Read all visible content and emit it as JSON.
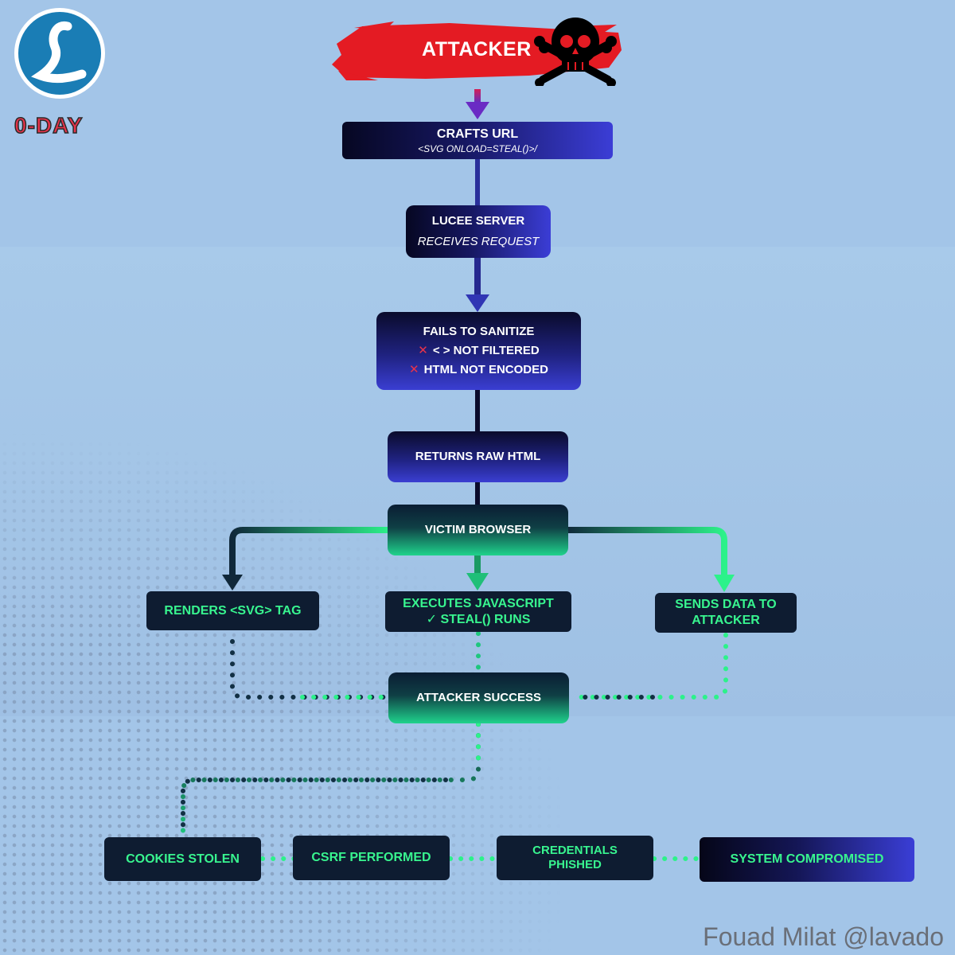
{
  "brand": {
    "logo_label": "0-DAY"
  },
  "credit": "Fouad Milat @lavado",
  "colors": {
    "attacker_red": "#e41b23",
    "flow_green": "#38f58f",
    "navy": "#0e1c31",
    "accent_blue": "#3a3ed6",
    "background": "#a3c5e8"
  },
  "icons": [
    "skull-crossbones-icon",
    "x-mark-icon",
    "check-icon",
    "lucee-logo-icon"
  ],
  "nodes": {
    "attacker": "ATTACKER",
    "crafts_url": {
      "title": "CRAFTS URL",
      "detail": "<SVG ONLOAD=STEAL()>/"
    },
    "lucee_server": {
      "title": "LUCEE SERVER",
      "detail": "RECEIVES REQUEST"
    },
    "fails_sanitize": {
      "title": "FAILS TO SANITIZE",
      "item1": "< > NOT FILTERED",
      "item2": "HTML NOT ENCODED"
    },
    "returns_raw": "RETURNS RAW HTML",
    "victim_browser": "VICTIM BROWSER",
    "renders_svg": "RENDERS <SVG> TAG",
    "executes_js": {
      "line1": "EXECUTES JAVASCRIPT",
      "line2": "✓ STEAL() RUNS"
    },
    "sends_data": {
      "line1": "SENDS DATA TO",
      "line2": "ATTACKER"
    },
    "attacker_success": "ATTACKER SUCCESS",
    "cookies_stolen": "COOKIES STOLEN",
    "csrf_performed": "CSRF PERFORMED",
    "credentials_phished": {
      "line1": "CREDENTIALS",
      "line2": "PHISHED"
    },
    "system_compromised": "SYSTEM COMPROMISED"
  }
}
